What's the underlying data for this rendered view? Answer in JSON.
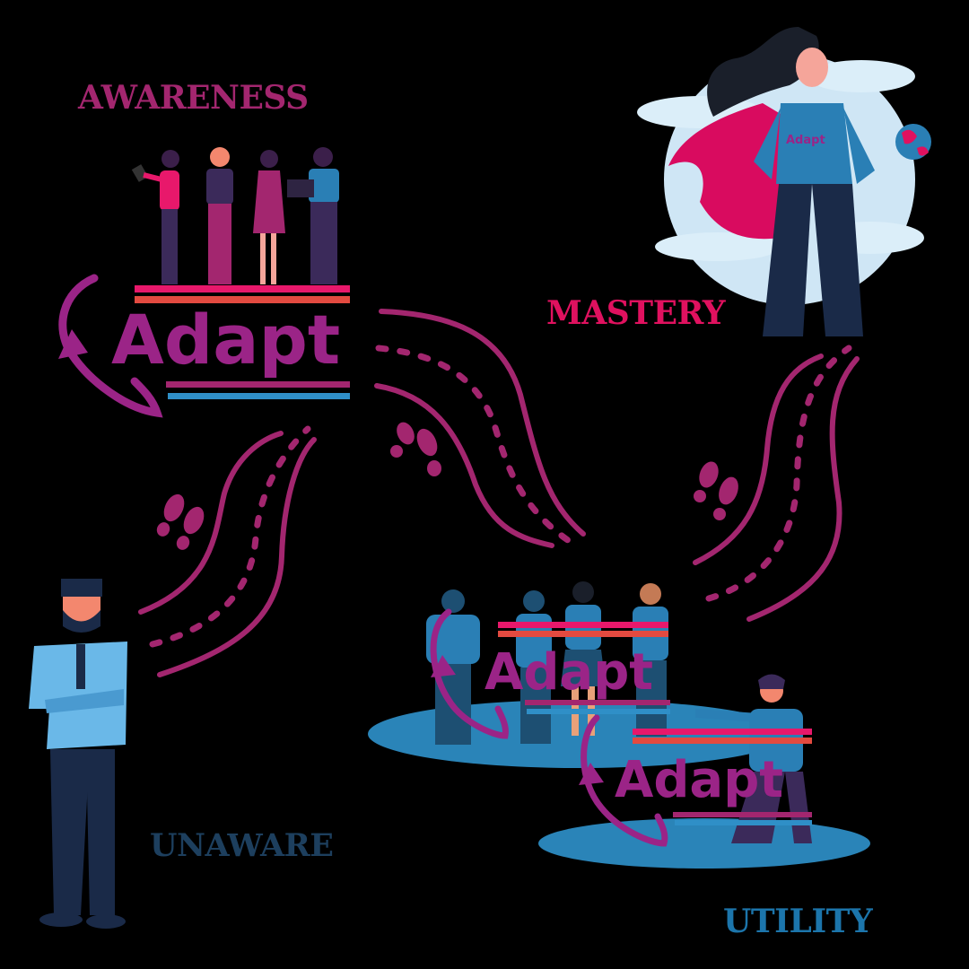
{
  "stages": {
    "awareness": {
      "label": "AWARENESS",
      "color": "#a3266f"
    },
    "mastery": {
      "label": "MASTERY",
      "color": "#e0115f"
    },
    "unaware": {
      "label": "UNAWARE",
      "color": "#1d3f5e"
    },
    "utility": {
      "label": "UTILITY",
      "color": "#1c75ab"
    }
  },
  "logos": {
    "main": {
      "text": "Adapt"
    },
    "group": {
      "text": "Adapt"
    },
    "pointer": {
      "text": "Adapt"
    },
    "shirt": {
      "text": "Adapt"
    }
  },
  "colors": {
    "path": "#a3266f",
    "logo_purple": "#9b2487",
    "bar_pink": "#e8186b",
    "bar_orange": "#e34a40",
    "bar_magenta": "#a3266f",
    "bar_blue": "#2f8fc7",
    "shirt_blue": "#2a7fb5",
    "navy": "#1a2a48",
    "cape": "#d90b5f",
    "cloud": "#cfe6f5"
  }
}
